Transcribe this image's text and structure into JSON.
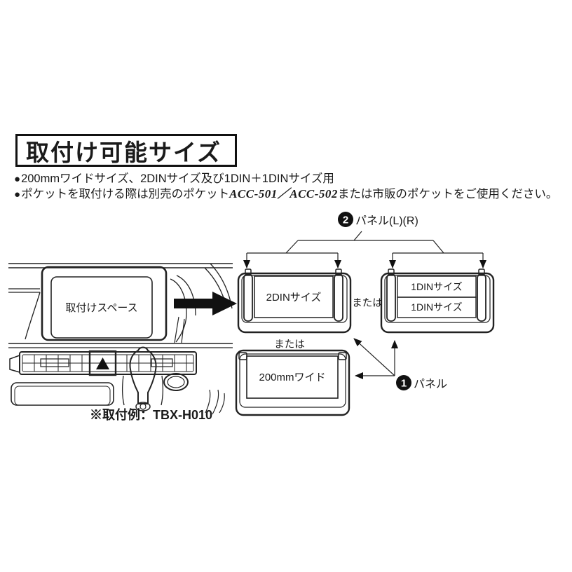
{
  "header": {
    "title": "取付け可能サイズ"
  },
  "bullets": {
    "glyph": "●",
    "line1": "200mmワイドサイズ、2DINサイズ及び1DIN＋1DINサイズ用",
    "line2_prefix": "ポケットを取付ける際は別売のポケット",
    "line2_model": "ACC-501／ACC-502",
    "line2_suffix": "または市販のポケットをご使用ください。"
  },
  "diagram": {
    "install_space": "取付けスペース",
    "caption": "※取付例：TBX-H010",
    "or_between": "または",
    "or_below": "または",
    "panel_2din": "2DINサイズ",
    "panel_1din_a": "1DINサイズ",
    "panel_1din_b": "1DINサイズ",
    "panel_200mm": "200mmワイド",
    "callout_panel_lr": {
      "number": "2",
      "label": "パネル(L)(R)"
    },
    "callout_panel": {
      "number": "1",
      "label": "パネル"
    }
  },
  "colors": {
    "ink": "#1a1a1a",
    "paper": "#ffffff"
  }
}
